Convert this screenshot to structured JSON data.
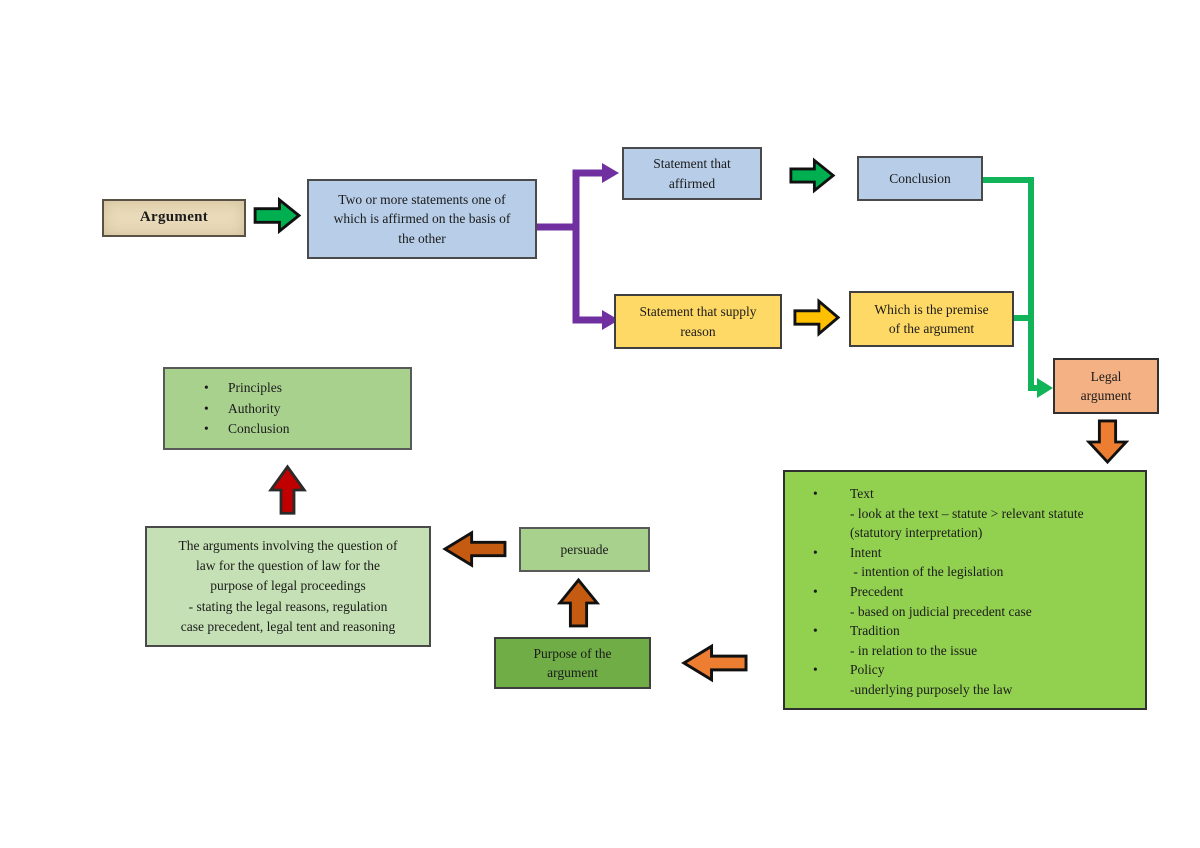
{
  "colors": {
    "green_arrow": "#00B050",
    "gold_arrow": "#FFC000",
    "orange_arrow": "#ED7D31",
    "dark_orange_arrow": "#C55A11",
    "red_arrow": "#C00000",
    "purple_connector": "#7030A0",
    "green_connector": "#12B459",
    "arrow_outline": "#111111",
    "box_blue": "#B7CDE8",
    "box_yellow": "#FFD966",
    "box_salmon": "#F4B183",
    "box_bright_green": "#92D050",
    "box_medium_green": "#70AD47",
    "box_light_green": "#A9D18E",
    "box_pale_green": "#C5E0B4",
    "box_tan": "#E9DAB9"
  },
  "boxes": {
    "argument": {
      "label": "Argument"
    },
    "statements": {
      "lines": [
        "Two or more statements one of",
        "which is affirmed on the basis of",
        "the other"
      ]
    },
    "statement_affirmed": {
      "lines": [
        "Statement that",
        "affirmed"
      ]
    },
    "conclusion": {
      "label": "Conclusion"
    },
    "statement_supply": {
      "lines": [
        "Statement that supply",
        "reason"
      ]
    },
    "premise": {
      "lines": [
        "Which is the premise",
        "of the argument"
      ]
    },
    "legal_argument": {
      "lines": [
        "Legal",
        "argument"
      ]
    },
    "purpose": {
      "lines": [
        "Purpose of the",
        "argument"
      ]
    },
    "persuade": {
      "label": "persuade"
    },
    "arguments_law": {
      "lines": [
        "The arguments involving the question of",
        "law for the question of law for the",
        "purpose of legal proceedings",
        "- stating the legal reasons, regulation",
        "case precedent, legal tent and reasoning"
      ]
    },
    "principles": {
      "bullet": "•",
      "items": [
        "Principles",
        "Authority",
        "Conclusion"
      ]
    },
    "green_box": {
      "bullet": "•",
      "items": [
        {
          "title": "Text",
          "details": [
            "- look at the text – statute > relevant statute",
            "(statutory interpretation)"
          ]
        },
        {
          "title": "Intent",
          "details": [
            " - intention of the legislation"
          ]
        },
        {
          "title": "Precedent",
          "details": [
            "- based on judicial precedent case"
          ]
        },
        {
          "title": "Tradition",
          "details": [
            "- in relation to the issue"
          ]
        },
        {
          "title": "Policy",
          "details": [
            "-underlying purposely the law"
          ]
        }
      ]
    }
  }
}
